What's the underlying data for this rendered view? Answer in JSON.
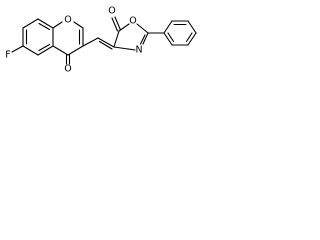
{
  "structure": {
    "atoms": {
      "f": "F",
      "ring_o": "O",
      "ketone_o": "O",
      "carbonyl_o": "O",
      "oxazolone_o": "O",
      "oxazolone_n": "N"
    }
  }
}
